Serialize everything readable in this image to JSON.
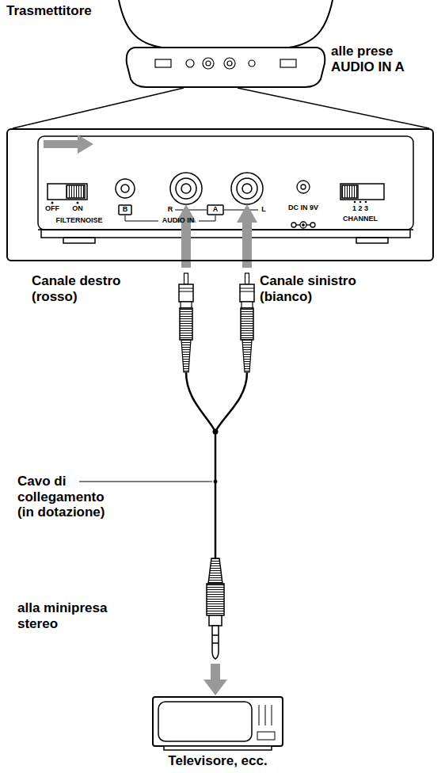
{
  "diagram": {
    "nodes": [
      {
        "text": [
          "OFF",
          "ON",
          "FILTERNOISE",
          "B",
          "R",
          "A",
          "L",
          "AUDIO IN",
          "DC IN 9V",
          "1 2 3",
          "CHANNEL"
        ]
      },
      {
        "text": [
          "Televisore, ecc."
        ]
      }
    ],
    "labels": [
      "Trasmettitore",
      "alle prese AUDIO IN A",
      "Canale destro (rosso)",
      "Canale sinistro (bianco)",
      "Cavo di collegamento (in dotazione)",
      "alla minipresa stereo"
    ]
  }
}
